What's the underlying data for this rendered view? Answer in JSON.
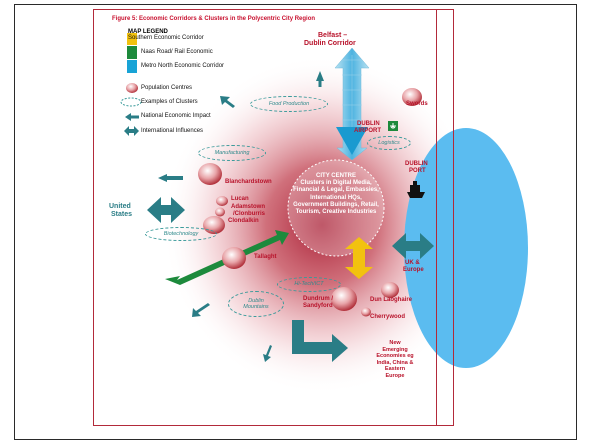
{
  "title": "Figure 5: Economic Corridors & Clusters in the Polycentric City Region",
  "legend": {
    "heading": "MAP LEGEND",
    "items": [
      {
        "label": "Southern Economic Corridor",
        "color": "#f2c20f"
      },
      {
        "label": "Naas Road/ Rail Economic",
        "color": "#1d8a3c"
      },
      {
        "label": "Metro North Economic Corridor",
        "color": "#18a3d6"
      },
      {
        "label": "Population Centres",
        "color": "#d98a8a"
      },
      {
        "label": "Examples of Clusters",
        "color": "#3a9a9a"
      },
      {
        "label": "National Economic Impact",
        "color": "#2a7d86"
      },
      {
        "label": "International Influences",
        "color": "#2a7d86"
      }
    ]
  },
  "labels": {
    "belfast": "Belfast –",
    "dublin_corridor": "Dublin Corridor",
    "swords": "Swords",
    "dublin_airport_1": "DUBLIN",
    "dublin_airport_2": "AIRPORT",
    "dublin_port_1": "DUBLIN",
    "dublin_port_2": "PORT",
    "uk_europe_1": "UK &",
    "uk_europe_2": "Europe",
    "united_states_1": "United",
    "united_states_2": "States",
    "blanchardstown": "Blanchardstown",
    "lucan": "Lucan",
    "adamstown": "Adamstown",
    "clonburris": "/Clonburris",
    "clondalkin": "Clondalkin",
    "tallaght": "Tallaght",
    "dundrum_1": "Dundrum /",
    "dundrum_2": "Sandyford",
    "dun_laoghaire": "Dun Laoghaire",
    "cherrywood": "Cherrywood",
    "new_emerging_1": "New",
    "new_emerging_2": "Emerging",
    "new_emerging_3": "Economies eg",
    "new_emerging_4": "India, China &",
    "new_emerging_5": "Eastern",
    "new_emerging_6": "Europe"
  },
  "clusters": {
    "food": "Food Production",
    "logistics": "Logistics",
    "manufacturing": "Manufacturing",
    "biotech": "Biotechnology",
    "hitech": "Hi-Tech/ICT",
    "mountains_1": "Dublin",
    "mountains_2": "Mountains"
  },
  "city_centre": {
    "heading": "CITY CENTRE",
    "body": "Clusters in Digital Media, Financial & Legal, Embassies, International HQs, Government Buildings, Retail, Tourism, Creative Industries"
  },
  "colors": {
    "accent_red": "#b8122a",
    "sea": "#5bbcf0",
    "teal": "#2a7d86",
    "yellow": "#f2c20f",
    "green": "#1d8a3c",
    "blue": "#6ec3e6"
  }
}
